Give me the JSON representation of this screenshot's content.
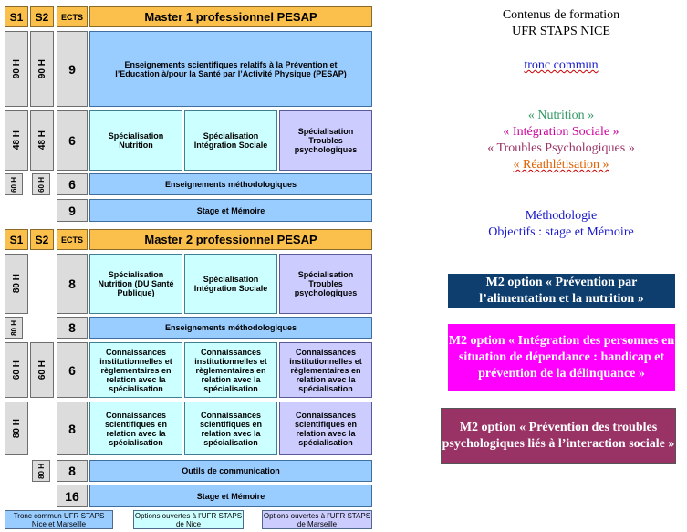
{
  "m1": {
    "h_s1": "S1",
    "h_s2": "S2",
    "h_ects": "ECTS",
    "title": "Master 1 professionnel PESAP",
    "r1": {
      "s1": "90 H",
      "s2": "90 H",
      "ects": "9",
      "text": "Enseignements scientifiques relatifs à la Prévention et l’Education à/pour la Santé par l’Activité Physique (PESAP)"
    },
    "r2": {
      "s1": "48 H",
      "s2": "48 H",
      "ects": "6",
      "c1": "Spécialisation Nutrition",
      "c2": "Spécialisation Intégration Sociale",
      "c3": "Spécialisation Troubles psychologiques"
    },
    "r3": {
      "s1": "60 H",
      "s2": "60 H",
      "ects": "6",
      "text": "Enseignements méthodologiques"
    },
    "r4": {
      "ects": "9",
      "text": "Stage et Mémoire"
    }
  },
  "m2": {
    "h_s1": "S1",
    "h_s2": "S2",
    "h_ects": "ECTS",
    "title": "Master 2 professionnel PESAP",
    "r1": {
      "s1": "80 H",
      "ects": "8",
      "c1": "Spécialisation Nutrition (DU Santé Publique)",
      "c2": "Spécialisation Intégration Sociale",
      "c3": "Spécialisation Troubles psychologiques"
    },
    "r2": {
      "s1": "80 H",
      "ects": "8",
      "text": "Enseignements méthodologiques"
    },
    "r3": {
      "s1": "60 H",
      "s2": "60 H",
      "ects": "6",
      "c1": "Connaissances institutionnelles et règlementaires en relation avec la spécialisation",
      "c2": "Connaissances institutionnelles et règlementaires en relation avec la spécialisation",
      "c3": "Connaissances institutionnelles et règlementaires en relation avec la spécialisation"
    },
    "r4": {
      "s1": "80 H",
      "ects": "8",
      "c1": "Connaissances scientifiques en relation avec la spécialisation",
      "c2": "Connaissances scientifiques en relation avec la spécialisation",
      "c3": "Connaissances scientifiques en relation avec la spécialisation"
    },
    "r5": {
      "s2": "80 H",
      "ects": "8",
      "text": "Outils de communication"
    },
    "r6": {
      "ects": "16",
      "text": "Stage et Mémoire"
    }
  },
  "legend": {
    "l1": "Tronc commun UFR STAPS Nice et Marseille",
    "l2": "Options ouvertes à l’UFR STAPS de Nice",
    "l3": "Options ouvertes à l’UFR STAPS de Marseille"
  },
  "right": {
    "heading1": "Contenus de formation",
    "heading2": "UFR STAPS NICE",
    "tronc": "tronc commun",
    "spec1": "« Nutrition »",
    "spec2": "« Intégration Sociale »",
    "spec3": "« Troubles Psychologiques »",
    "spec4": "« Réathlétisation »",
    "method1": "Méthodologie",
    "method2": "Objectifs : stage et Mémoire",
    "opt1": "M2 option « Prévention par l’alimentation et la nutrition »",
    "opt2": "M2 option « Intégration des personnes en situation de dépendance : handicap et prévention de la délinquance »",
    "opt3": "M2 option « Prévention des troubles psychologiques liés à l’interaction sociale »"
  },
  "colors": {
    "header": "#fbbf4b",
    "grey": "#dcdcdc",
    "blue": "#99ccff",
    "cyan": "#ccffff",
    "lavender": "#ccccff",
    "opt1_bg": "#0e3e6e",
    "opt2_bg": "#ff00ff",
    "opt3_bg": "#993366",
    "text_blue": "#1a1acc",
    "text_green": "#339966",
    "text_magenta": "#cc0099",
    "text_purple": "#993366",
    "text_orange": "#e06000"
  }
}
